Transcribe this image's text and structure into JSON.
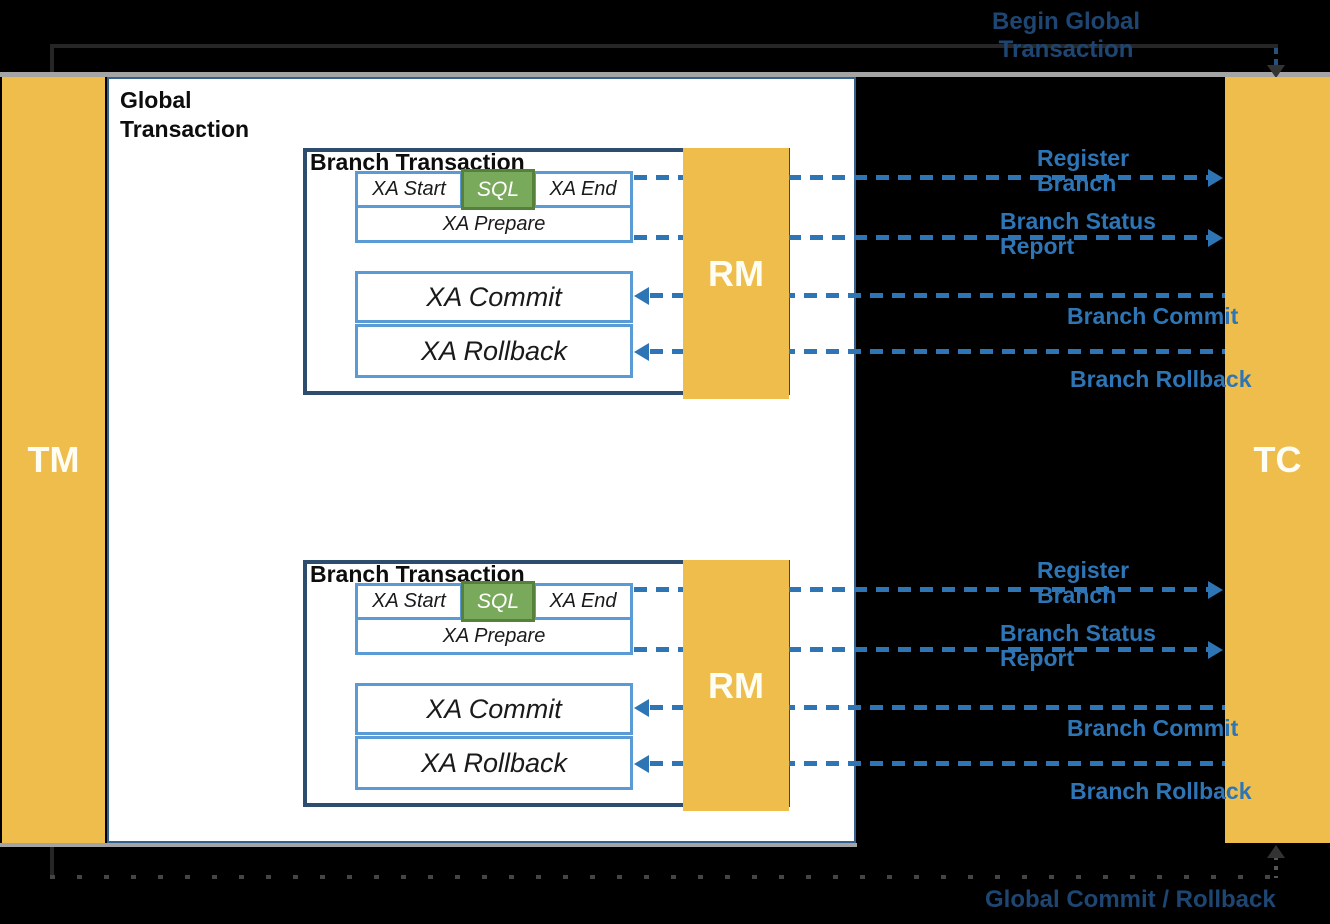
{
  "diagram": {
    "background": "#000000",
    "accent_yellow": "#EFBD4B",
    "accent_blue": "#2E75B6",
    "accent_green": "#79A95B",
    "box_border_blue": "#5B9BD5",
    "branch_border_navy": "#2E4D6E"
  },
  "lanes": {
    "tm": "TM",
    "tc": "TC"
  },
  "global_transaction": {
    "title_line1": "Global",
    "title_line2": "Transaction"
  },
  "branches": [
    {
      "title": "Branch Transaction",
      "rm": "RM",
      "xa_start": "XA Start",
      "sql": "SQL",
      "xa_end": "XA End",
      "xa_prepare": "XA Prepare",
      "xa_commit": "XA Commit",
      "xa_rollback": "XA Rollback",
      "msg_register_l1": "Register",
      "msg_register_l2": "Branch",
      "msg_status_l1": "Branch Status",
      "msg_status_l2": "Report",
      "msg_commit": "Branch Commit",
      "msg_rollback": "Branch Rollback"
    },
    {
      "title": "Branch Transaction",
      "rm": "RM",
      "xa_start": "XA Start",
      "sql": "SQL",
      "xa_end": "XA End",
      "xa_prepare": "XA Prepare",
      "xa_commit": "XA Commit",
      "xa_rollback": "XA Rollback",
      "msg_register_l1": "Register",
      "msg_register_l2": "Branch",
      "msg_status_l1": "Branch Status",
      "msg_status_l2": "Report",
      "msg_commit": "Branch Commit",
      "msg_rollback": "Branch Rollback"
    }
  ],
  "connectors": {
    "begin_l1": "Begin Global",
    "begin_l2": "Transaction",
    "finish": "Global Commit / Rollback"
  }
}
